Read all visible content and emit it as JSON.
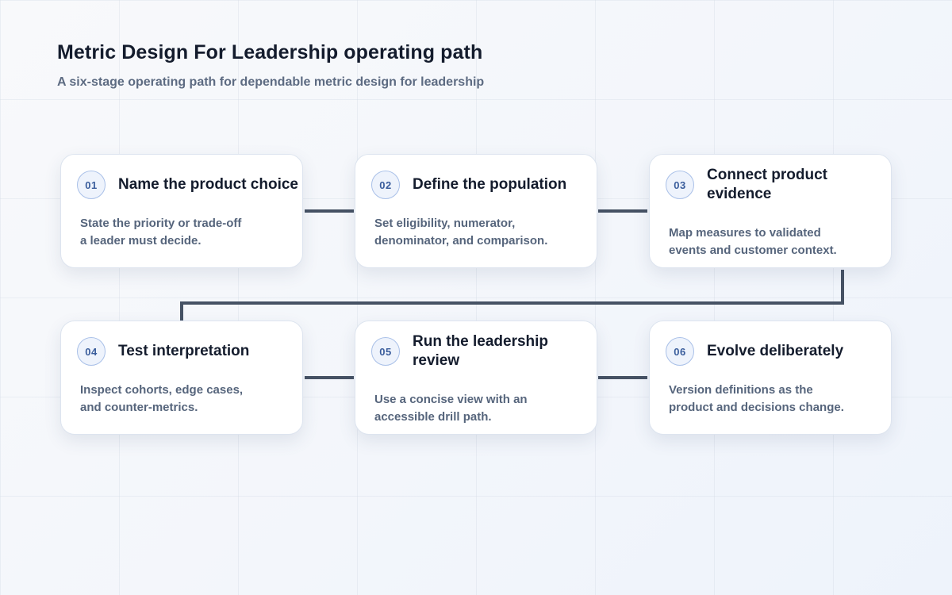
{
  "title": "Metric Design For Leadership operating path",
  "subtitle": "A six-stage operating path for dependable metric design for leadership",
  "colors": {
    "connector": "#465264",
    "badge_border": "#a9c0e8",
    "badge_fill": "#eef3fc",
    "badge_text": "#3a5d9c",
    "title_text": "#141c2d",
    "desc_text": "#56657c"
  },
  "stages": [
    {
      "number": "01",
      "title": "Name the product choice",
      "description": [
        "State the priority or trade-off",
        "a leader must decide."
      ]
    },
    {
      "number": "02",
      "title": "Define the population",
      "description": [
        "Set eligibility, numerator,",
        "denominator, and comparison."
      ]
    },
    {
      "number": "03",
      "title": "Connect product evidence",
      "description": [
        "Map measures to validated",
        "events and customer context."
      ]
    },
    {
      "number": "04",
      "title": "Test interpretation",
      "description": [
        "Inspect cohorts, edge cases,",
        "and counter-metrics."
      ]
    },
    {
      "number": "05",
      "title": "Run the leadership review",
      "description": [
        "Use a concise view with an",
        "accessible drill path."
      ]
    },
    {
      "number": "06",
      "title": "Evolve deliberately",
      "description": [
        "Version definitions as the",
        "product and decisions change."
      ]
    }
  ]
}
